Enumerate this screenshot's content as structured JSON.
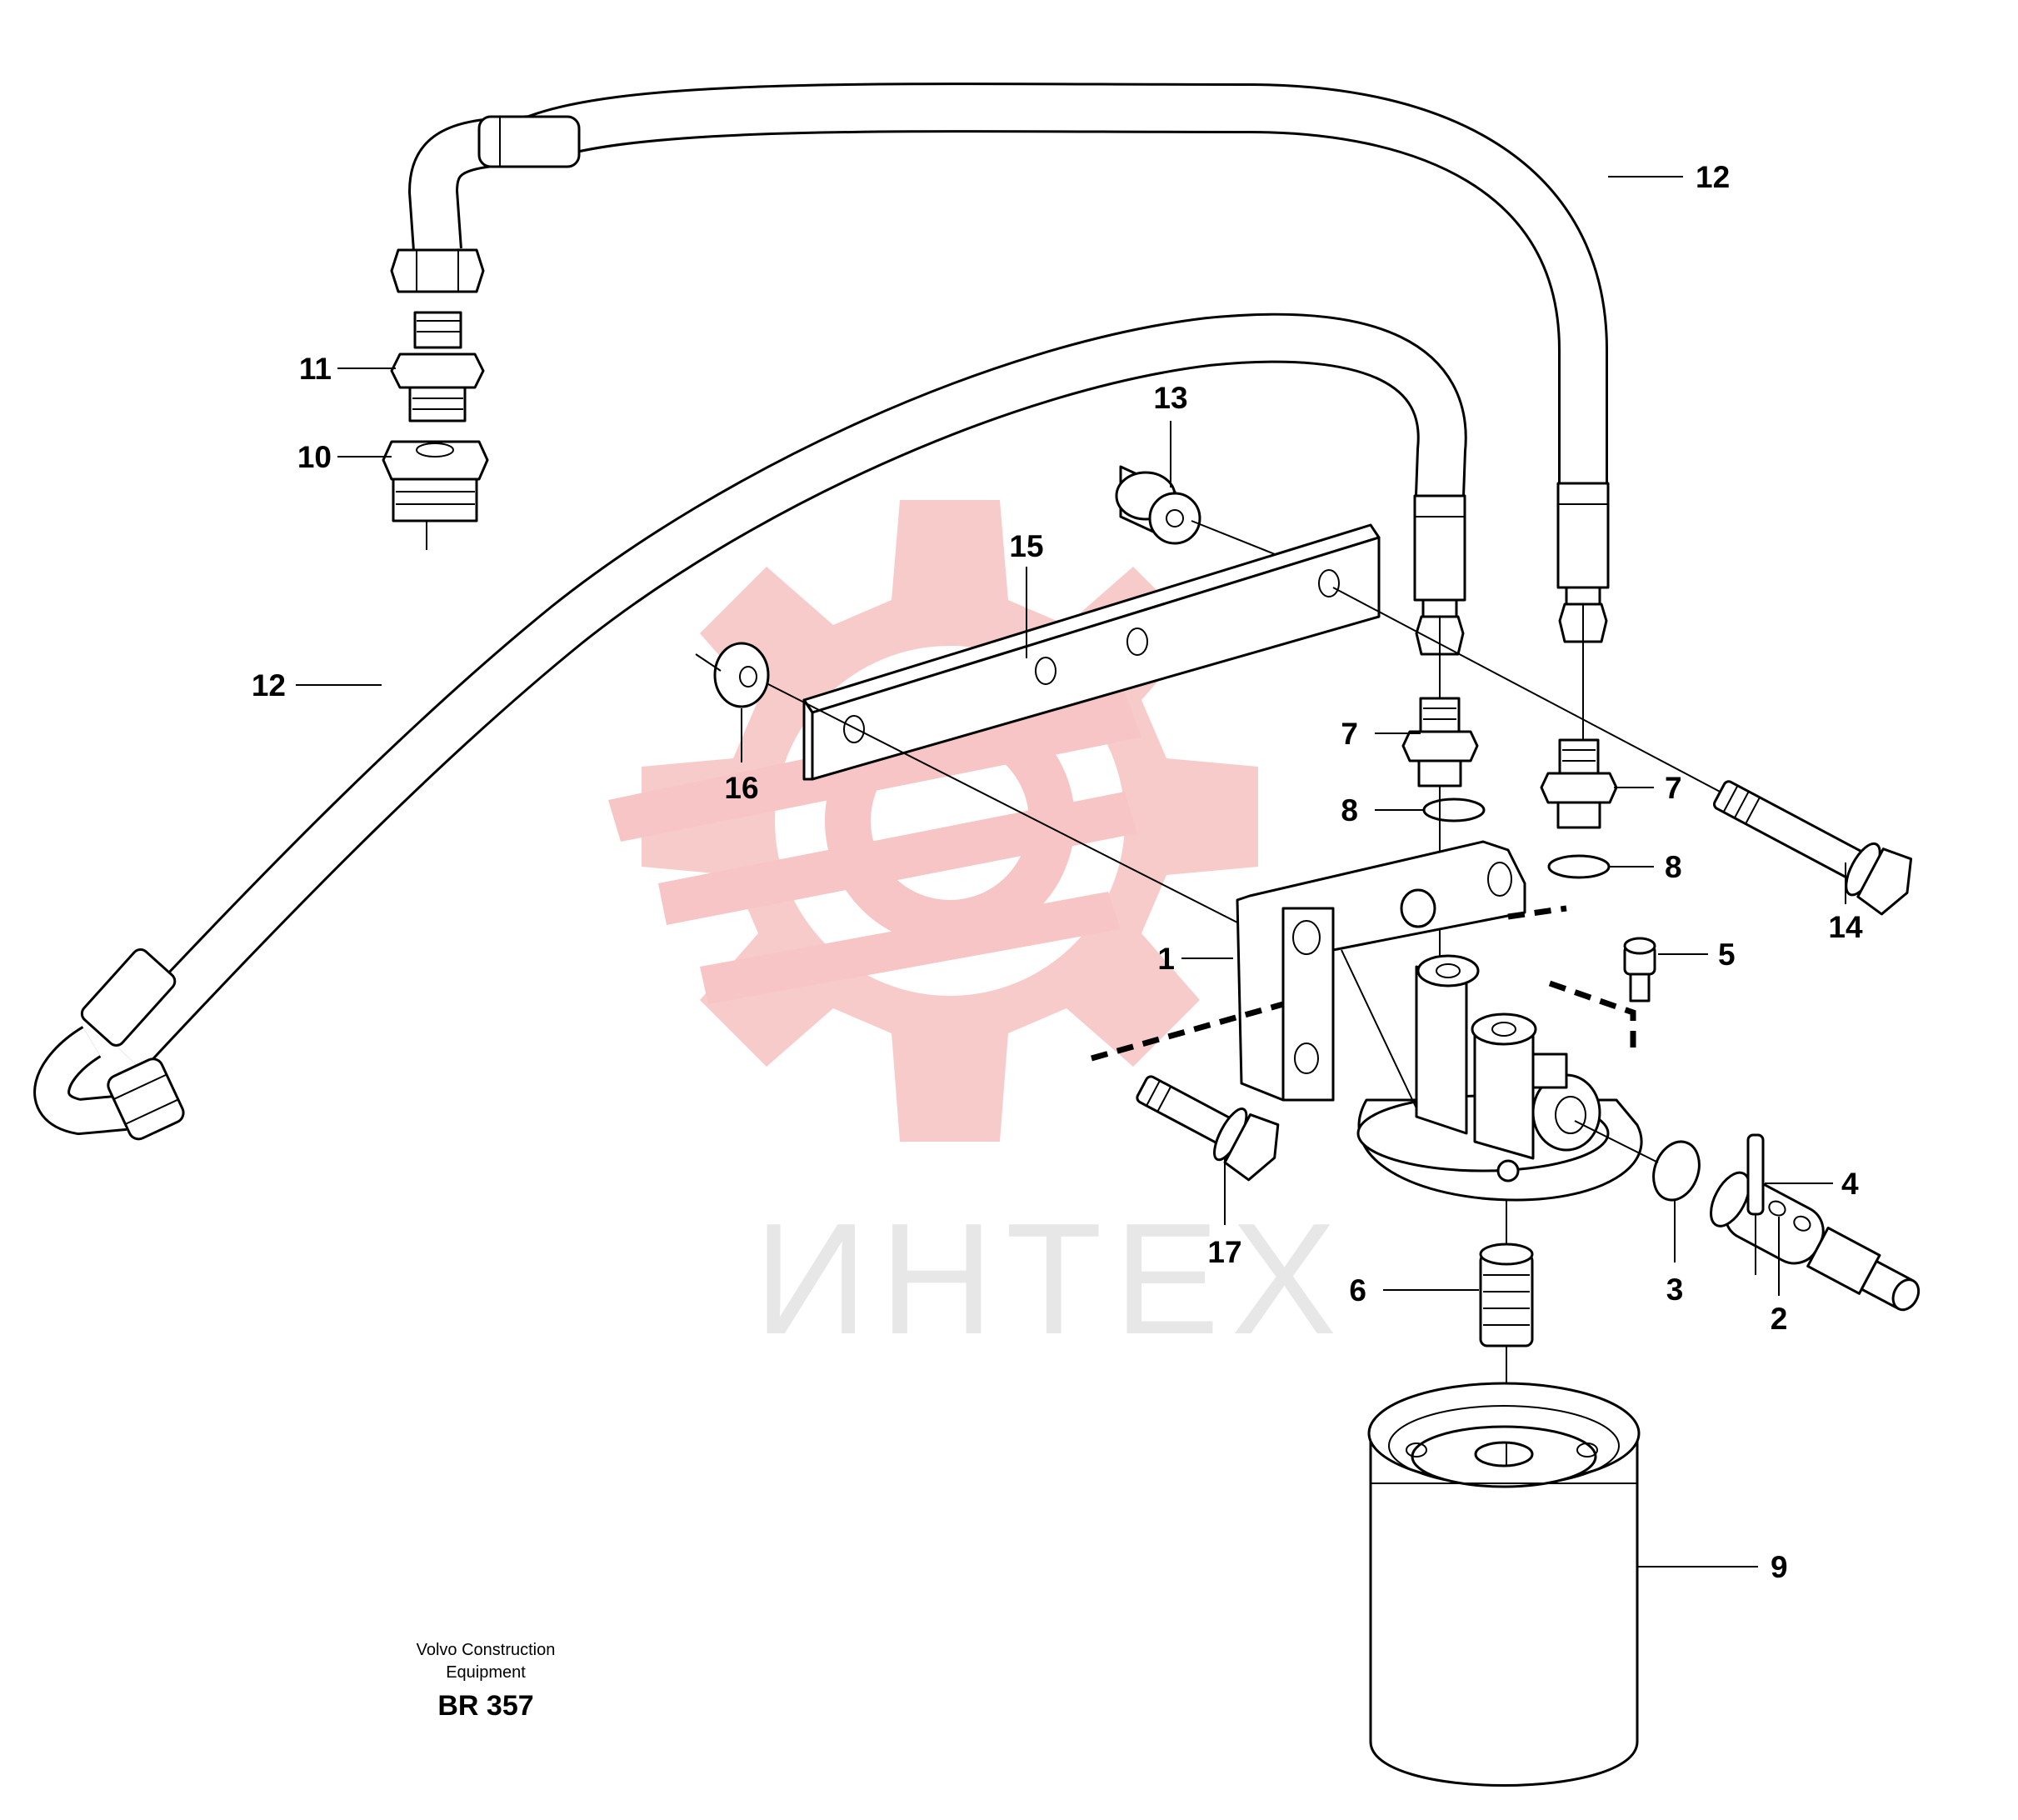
{
  "watermark": {
    "text": "ИНТЕХ",
    "gear_color": "#f7c5c5",
    "text_color": "#e7e7e7"
  },
  "callouts": [
    {
      "id": "p1",
      "text": "1"
    },
    {
      "id": "p2",
      "text": "2"
    },
    {
      "id": "p3",
      "text": "3"
    },
    {
      "id": "p4",
      "text": "4"
    },
    {
      "id": "p5",
      "text": "5"
    },
    {
      "id": "p6",
      "text": "6"
    },
    {
      "id": "p7a",
      "text": "7"
    },
    {
      "id": "p7b",
      "text": "7"
    },
    {
      "id": "p8a",
      "text": "8"
    },
    {
      "id": "p8b",
      "text": "8"
    },
    {
      "id": "p9",
      "text": "9"
    },
    {
      "id": "p10",
      "text": "10"
    },
    {
      "id": "p11",
      "text": "11"
    },
    {
      "id": "p12a",
      "text": "12"
    },
    {
      "id": "p12b",
      "text": "12"
    },
    {
      "id": "p13",
      "text": "13"
    },
    {
      "id": "p14",
      "text": "14"
    },
    {
      "id": "p15",
      "text": "15"
    },
    {
      "id": "p16",
      "text": "16"
    },
    {
      "id": "p17",
      "text": "17"
    }
  ],
  "caption": {
    "line1": "Volvo Construction",
    "line2": "Equipment",
    "code": "BR 357"
  }
}
